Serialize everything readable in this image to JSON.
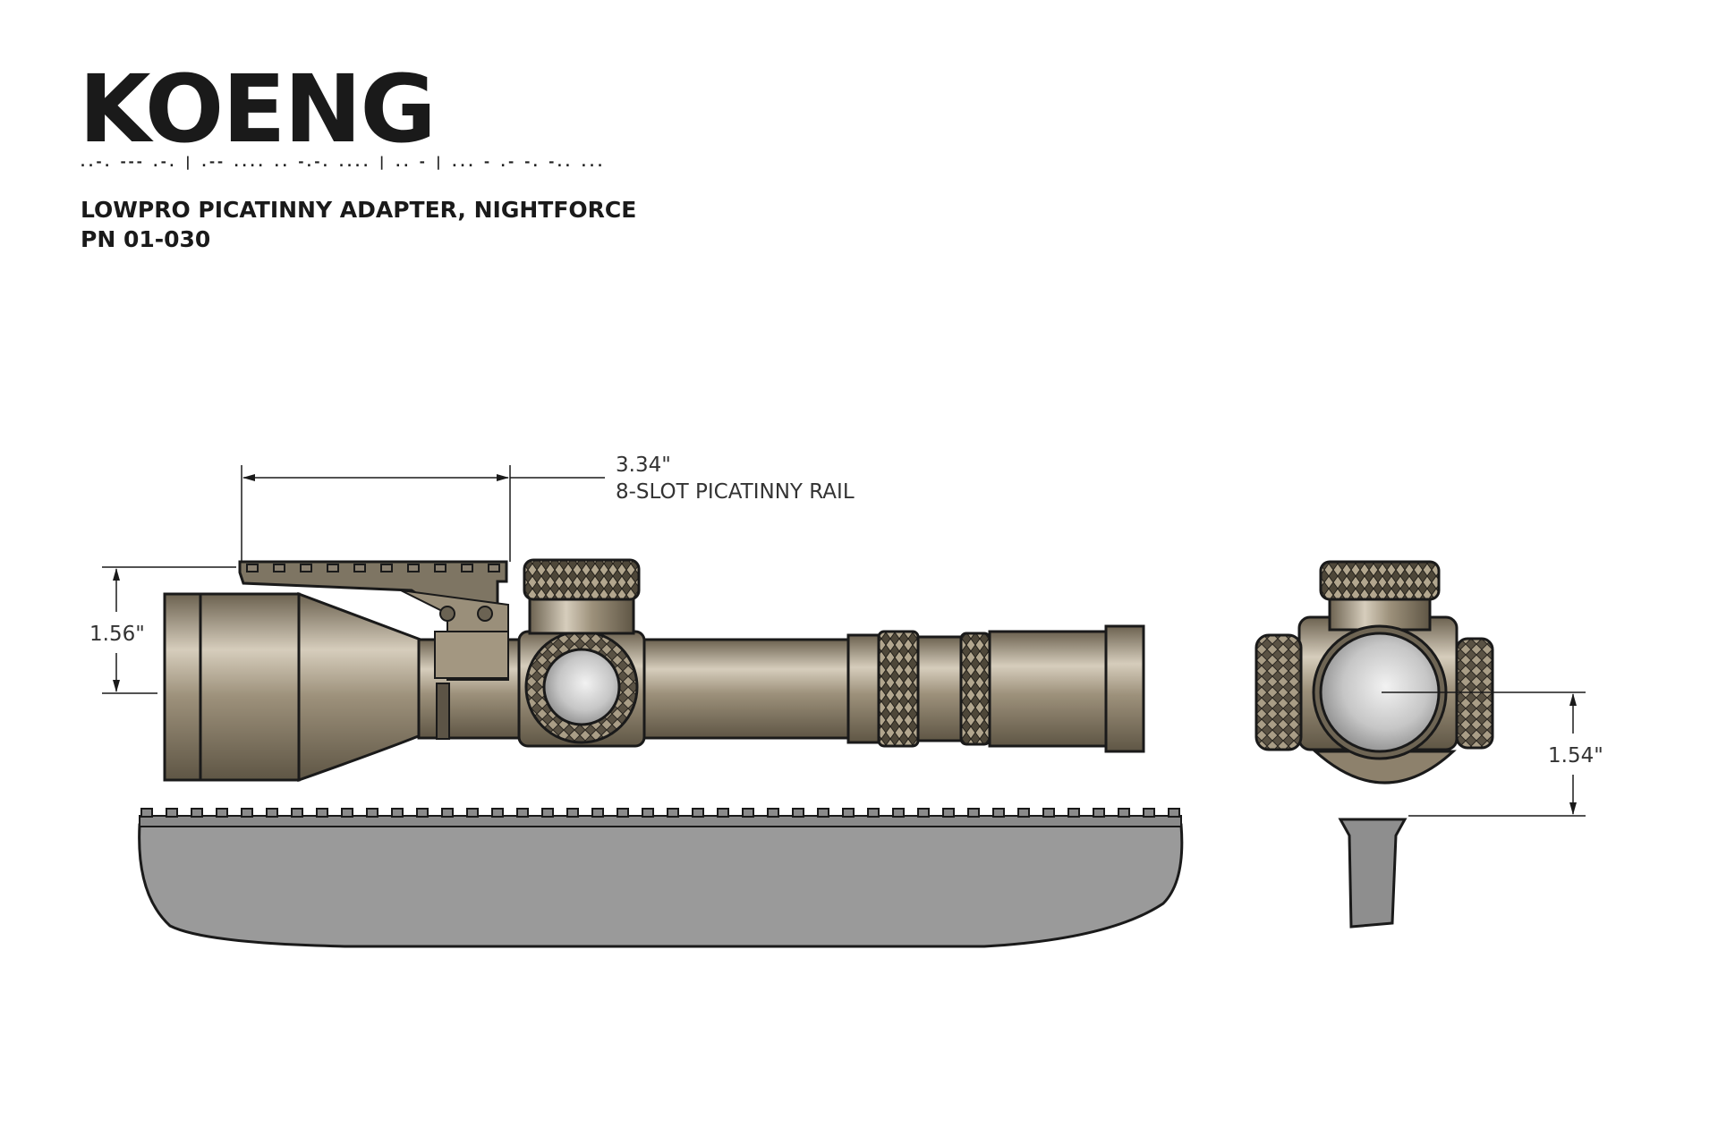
{
  "brand": {
    "name": "KOENG",
    "morse": "..-. --- .-. | .-- .... .. -.-. .... | .. - | ... - .- -. -.. ..."
  },
  "title": {
    "line1": "LOWPRO PICATINNY ADAPTER, NIGHTFORCE",
    "line2": "PN 01-030"
  },
  "dimensions": {
    "rail_length": "3.34\"",
    "rail_desc": "8-SLOT PICATINNY RAIL",
    "side_height": "1.56\"",
    "front_height": "1.54\""
  },
  "colors": {
    "scope_tan": "#8d816c",
    "scope_highlight": "#d8d0c0",
    "rifle_gray": "#9c9c9c",
    "lens": "#b8b8b8",
    "line": "#1a1a1a"
  }
}
